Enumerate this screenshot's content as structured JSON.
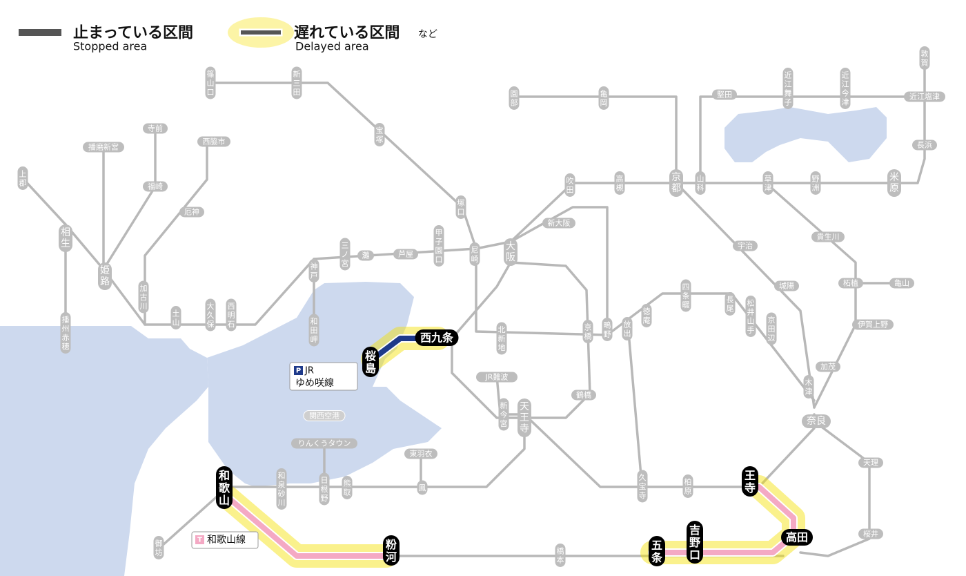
{
  "legend": {
    "stopped_jp": "止まっている区間",
    "stopped_en": "Stopped area",
    "delayed_jp": "遅れている区間",
    "delayed_suffix": "など",
    "delayed_en": "Delayed area",
    "colors": {
      "stopped": "#555555",
      "delayed_glow": "#f5e000",
      "delayed_line": "#555555"
    }
  },
  "line_labels": {
    "yumesaki_badge": "P",
    "yumesaki_jr": "JR",
    "yumesaki_name": "ゆめ咲線",
    "wakayama_badge": "T",
    "wakayama_name": "和歌山線"
  },
  "stations": {
    "sasayamaguchi": "篠山口",
    "shinsanda": "新三田",
    "takarazuka": "宝塚",
    "tsukaguchi": "塚口",
    "sonobe": "園部",
    "kameoka": "亀岡",
    "kyoto": "京都",
    "yamashina": "山科",
    "katata": "堅田",
    "omimaiko": "近江舞子",
    "omiimazu": "近江今津",
    "tsuruga": "敦賀",
    "omishiotsu": "近江塩津",
    "nagahama": "長浜",
    "maibara": "米原",
    "kusatsu": "草津",
    "yasu": "野洲",
    "suita": "吹田",
    "takatsuki": "高槻",
    "shinosaka": "新大阪",
    "osaka": "大阪",
    "amagasaki": "尼崎",
    "koshienguchi": "甲子園口",
    "ashiya": "芦屋",
    "nada": "灘",
    "sannomiya": "三ノ宮",
    "kobe": "神戸",
    "wadamisaki": "和田岬",
    "nishiakashi": "西明石",
    "okubo": "大久保",
    "dobayashi": "土山",
    "kakogawa": "加古川",
    "yakujin": "厄神",
    "nishiwakishi": "西脇市",
    "teramae": "寺前",
    "fukusaki": "福崎",
    "harimashingu": "播磨新宮",
    "kamigori": "上郡",
    "aioi": "相生",
    "himeji": "姫路",
    "banshuako": "播州赤穂",
    "nishikujo": "西九条",
    "sakurajima": "桜島",
    "kitashinchi": "北新地",
    "kyobashi": "京橋",
    "shigino": "鴫野",
    "hanaten": "放出",
    "tokuan": "徳庵",
    "shijonawate": "四条畷",
    "nagao": "長尾",
    "matsuiyamate": "松井山手",
    "kyotanabe": "京田辺",
    "uji": "宇治",
    "joyo": "城陽",
    "kizu": "木津",
    "kamo": "加茂",
    "nara": "奈良",
    "iga_ueno": "伊賀上野",
    "tsuge": "柘植",
    "kameyama": "亀山",
    "kibukawa": "貴生川",
    "tenri": "天理",
    "sakurai": "桜井",
    "jrnamba": "JR難波",
    "shinimamiya": "新今宮",
    "tennoji": "天王寺",
    "tsuruhashi": "鶴橋",
    "kyuhoji": "久宝寺",
    "kashiwara": "柏原",
    "oji": "王寺",
    "takada": "高田",
    "yoshinoguchi": "吉野口",
    "gojo": "五条",
    "hashimoto": "橋本",
    "kokawa": "粉河",
    "wakayama": "和歌山",
    "gobo": "御坊",
    "kansaiairport": "関西空港",
    "rinku": "りんくうタウン",
    "higashihagoromo": "東羽衣",
    "otori": "鳳",
    "kumatori": "熊取",
    "hineno": "日根野",
    "izumisunagawa": "和泉砂川"
  }
}
